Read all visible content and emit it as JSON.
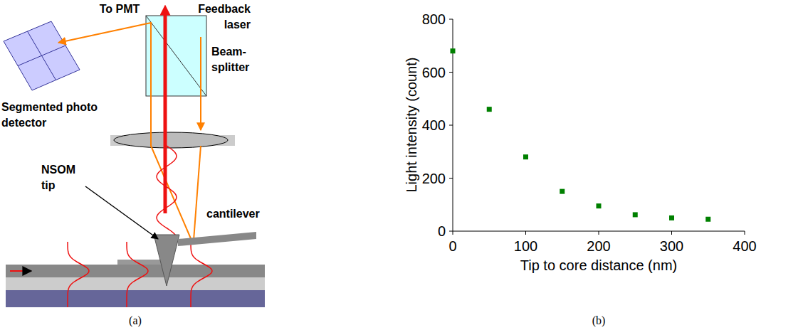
{
  "diagram": {
    "labels": [
      "To PMT",
      "Feedback laser",
      "Beam-splitter",
      "Segmented photo detector",
      "NSOM tip",
      "cantilever",
      "(a)",
      "Light intensity (count)",
      "800",
      "600",
      "400",
      "200",
      "0",
      "0",
      "100",
      "200",
      "300",
      "400",
      "Tip to core distance (nm)",
      "(b)"
    ]
  }
}
